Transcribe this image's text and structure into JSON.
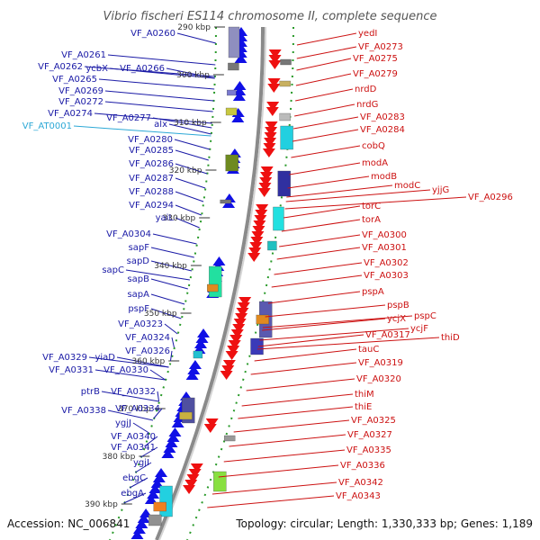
{
  "title": "Vibrio fischeri ES114 chromosome II, complete sequence",
  "footer": {
    "accession": "Accession: NC_006841",
    "summary": "Topology: circular; Length: 1,330,333 bp; Genes: 1,189"
  },
  "colors": {
    "left_label": "#1a1aa6",
    "right_label": "#cc1111",
    "rna_label": "#2ca8d6",
    "backbone": "#8a8a8a",
    "tick": "#2a9a2a"
  },
  "ticks": [
    "290 kbp",
    "300 kbp",
    "310 kbp",
    "320 kbp",
    "330 kbp",
    "340 kbp",
    "350 kbp",
    "360 kbp",
    "370 kbp",
    "380 kbp",
    "390 kbp"
  ],
  "left_labels": [
    {
      "text": "VF_A0260",
      "c": "l"
    },
    {
      "text": "VF_A0261",
      "c": "l"
    },
    {
      "text": "VF_A0262",
      "c": "l"
    },
    {
      "text": "ycbX",
      "c": "l"
    },
    {
      "text": "VF_A0266",
      "c": "l"
    },
    {
      "text": "VF_A0265",
      "c": "l"
    },
    {
      "text": "VF_A0269",
      "c": "l"
    },
    {
      "text": "VF_A0272",
      "c": "l"
    },
    {
      "text": "VF_A0274",
      "c": "l"
    },
    {
      "text": "VF_A0277",
      "c": "l"
    },
    {
      "text": "alx",
      "c": "l"
    },
    {
      "text": "VF_AT0001",
      "c": "r"
    },
    {
      "text": "VF_A0280",
      "c": "l"
    },
    {
      "text": "VF_A0285",
      "c": "l"
    },
    {
      "text": "VF_A0286",
      "c": "l"
    },
    {
      "text": "VF_A0287",
      "c": "l"
    },
    {
      "text": "VF_A0288",
      "c": "l"
    },
    {
      "text": "VF_A0294",
      "c": "l"
    },
    {
      "text": "yaiL",
      "c": "l"
    },
    {
      "text": "VF_A0304",
      "c": "l"
    },
    {
      "text": "sapF",
      "c": "l"
    },
    {
      "text": "sapD",
      "c": "l"
    },
    {
      "text": "sapC",
      "c": "l"
    },
    {
      "text": "sapB",
      "c": "l"
    },
    {
      "text": "sapA",
      "c": "l"
    },
    {
      "text": "pspF",
      "c": "l"
    },
    {
      "text": "VF_A0323",
      "c": "l"
    },
    {
      "text": "VF_A0324",
      "c": "l"
    },
    {
      "text": "VF_A0326",
      "c": "l"
    },
    {
      "text": "VF_A0329",
      "c": "l"
    },
    {
      "text": "yiaD",
      "c": "l"
    },
    {
      "text": "VF_A0331",
      "c": "l"
    },
    {
      "text": "VF_A0330",
      "c": "l"
    },
    {
      "text": "ptrB",
      "c": "l"
    },
    {
      "text": "VF_A0332",
      "c": "l"
    },
    {
      "text": "VF_A0338",
      "c": "l"
    },
    {
      "text": "VF_A0334",
      "c": "l"
    },
    {
      "text": "ygjJ",
      "c": "l"
    },
    {
      "text": "VF_A0340",
      "c": "l"
    },
    {
      "text": "VF_A0341",
      "c": "l"
    },
    {
      "text": "ygjI",
      "c": "l"
    },
    {
      "text": "ebgC",
      "c": "l"
    },
    {
      "text": "ebgA",
      "c": "l"
    }
  ],
  "right_labels": [
    "yedI",
    "VF_A0273",
    "VF_A0275",
    "VF_A0279",
    "nrdD",
    "nrdG",
    "VF_A0283",
    "VF_A0284",
    "cobQ",
    "modA",
    "modB",
    "modC",
    "yjjG",
    "VF_A0296",
    "torC",
    "torA",
    "VF_A0300",
    "VF_A0301",
    "VF_A0302",
    "VF_A0303",
    "pspA",
    "pspB",
    "pspC",
    "ycjX",
    "ycjF",
    "VF_A0317",
    "thiD",
    "tauC",
    "VF_A0319",
    "VF_A0320",
    "thiM",
    "thiE",
    "VF_A0325",
    "VF_A0327",
    "VF_A0335",
    "VF_A0336",
    "VF_A0342",
    "VF_A0343"
  ]
}
